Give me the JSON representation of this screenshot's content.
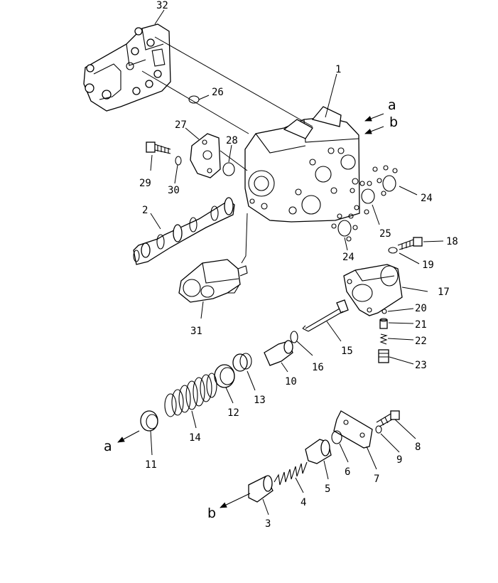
{
  "callouts": [
    {
      "id": "32",
      "text": "32"
    },
    {
      "id": "1",
      "text": "1"
    },
    {
      "id": "26",
      "text": "26"
    },
    {
      "id": "27",
      "text": "27"
    },
    {
      "id": "28",
      "text": "28"
    },
    {
      "id": "29",
      "text": "29"
    },
    {
      "id": "30",
      "text": "30"
    },
    {
      "id": "2",
      "text": "2"
    },
    {
      "id": "24a",
      "text": "24"
    },
    {
      "id": "25",
      "text": "25"
    },
    {
      "id": "24b",
      "text": "24"
    },
    {
      "id": "18",
      "text": "18"
    },
    {
      "id": "19",
      "text": "19"
    },
    {
      "id": "17",
      "text": "17"
    },
    {
      "id": "31",
      "text": "31"
    },
    {
      "id": "20",
      "text": "20"
    },
    {
      "id": "21",
      "text": "21"
    },
    {
      "id": "22",
      "text": "22"
    },
    {
      "id": "23",
      "text": "23"
    },
    {
      "id": "15",
      "text": "15"
    },
    {
      "id": "16",
      "text": "16"
    },
    {
      "id": "10",
      "text": "10"
    },
    {
      "id": "13",
      "text": "13"
    },
    {
      "id": "12",
      "text": "12"
    },
    {
      "id": "14",
      "text": "14"
    },
    {
      "id": "11",
      "text": "11"
    },
    {
      "id": "8",
      "text": "8"
    },
    {
      "id": "9",
      "text": "9"
    },
    {
      "id": "7",
      "text": "7"
    },
    {
      "id": "6",
      "text": "6"
    },
    {
      "id": "5",
      "text": "5"
    },
    {
      "id": "4",
      "text": "4"
    },
    {
      "id": "3",
      "text": "3"
    }
  ],
  "flow_markers": [
    {
      "id": "a-top",
      "text": "a"
    },
    {
      "id": "b-top",
      "text": "b"
    },
    {
      "id": "a-bottom",
      "text": "a"
    },
    {
      "id": "b-bottom",
      "text": "b"
    }
  ]
}
